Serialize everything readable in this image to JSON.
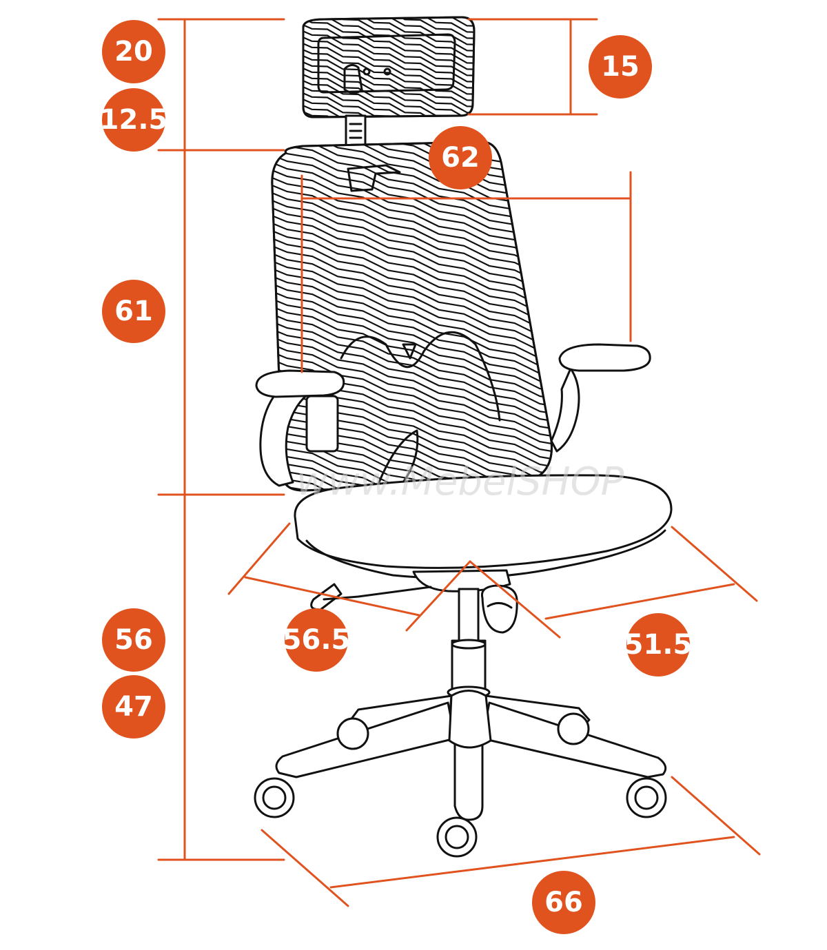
{
  "watermark_text": "www.MebelSHOP",
  "accent_color": "#e0531f",
  "line_color": "#111111",
  "labels": {
    "headrest_height": "20",
    "headrest_adjust": "12.5",
    "headrest_width": "15",
    "back_width": "62",
    "back_height": "61",
    "seat_height_max": "56",
    "seat_height_min": "47",
    "seat_depth": "56.5",
    "seat_width": "51.5",
    "base_diameter": "66"
  }
}
